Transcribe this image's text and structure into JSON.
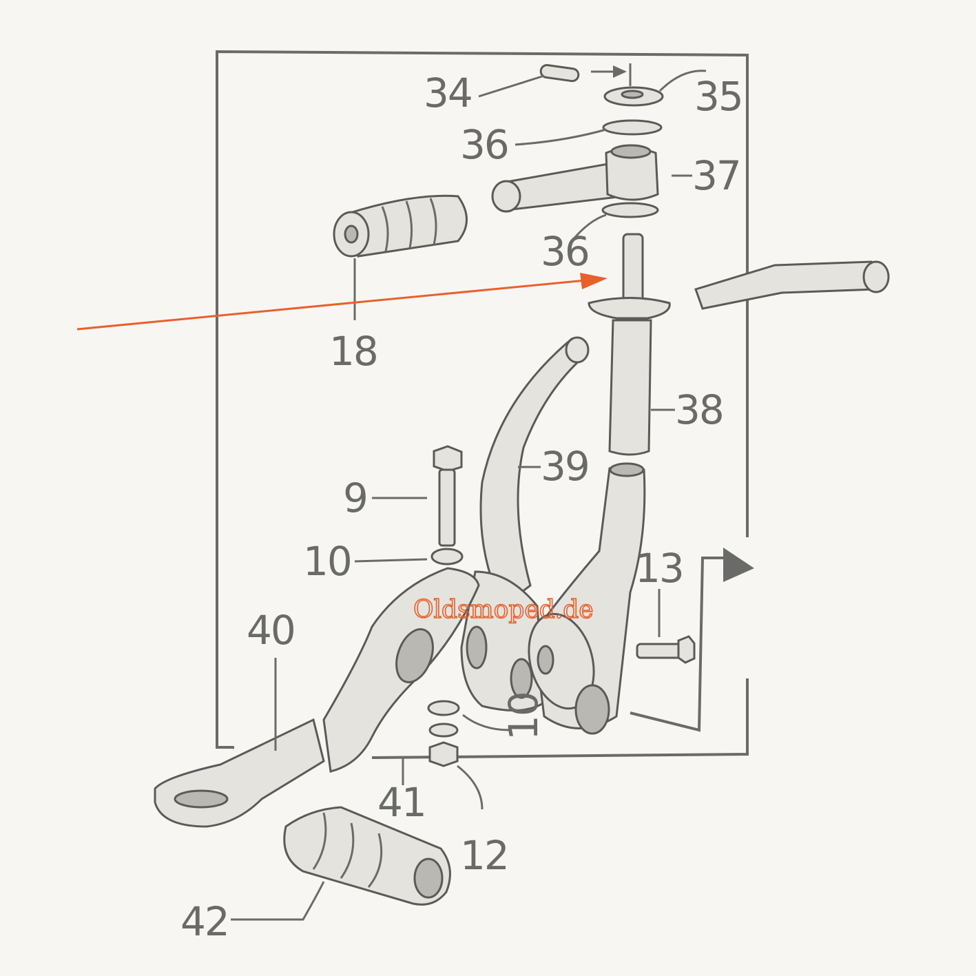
{
  "diagram": {
    "part_numbers": {
      "p34": "34",
      "p35": "35",
      "p36a": "36",
      "p37": "37",
      "p36b": "36",
      "p18": "18",
      "p38": "38",
      "p39": "39",
      "p9": "9",
      "p10a": "10",
      "p13": "13",
      "p40": "40",
      "p10b": "10",
      "p41": "41",
      "p12": "12",
      "p42": "42"
    },
    "watermark": "Oldsmoped.de",
    "colors": {
      "line": "#6a6a68",
      "highlight_arrow": "#e8602c",
      "watermark": "#e8602c",
      "paper": "#f7f6f2"
    }
  }
}
